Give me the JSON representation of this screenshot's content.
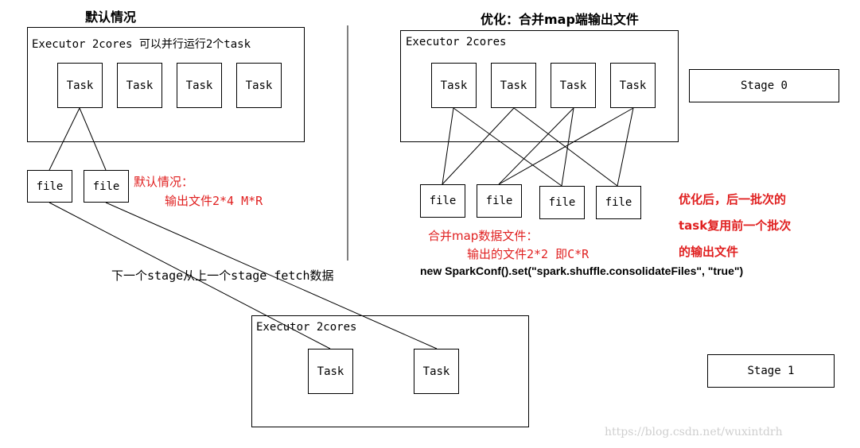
{
  "titles": {
    "default": "默认情况",
    "optimized": "优化：合并map端输出文件"
  },
  "executors": {
    "left_top": "Executor  2cores  可以并行运行2个task",
    "right_top": "Executor  2cores",
    "bottom": "Executor  2cores"
  },
  "task_label": "Task",
  "file_label": "file",
  "stages": {
    "stage0": "Stage 0",
    "stage1": "Stage 1"
  },
  "annotations": {
    "default_title": "默认情况：",
    "default_formula": "输出文件2*4 M*R",
    "fetch_note": "下一个stage从上一个stage fetch数据",
    "merge_title": "合并map数据文件：",
    "merge_formula": "输出的文件2*2 即C*R",
    "code": "new SparkConf().set(\"spark.shuffle.consolidateFiles\", \"true\")",
    "optimized_line1": "优化后，后一批次的",
    "optimized_line2": "task复用前一个批次",
    "optimized_line3": "的输出文件"
  },
  "watermark": "https://blog.csdn.net/wuxintdrh"
}
